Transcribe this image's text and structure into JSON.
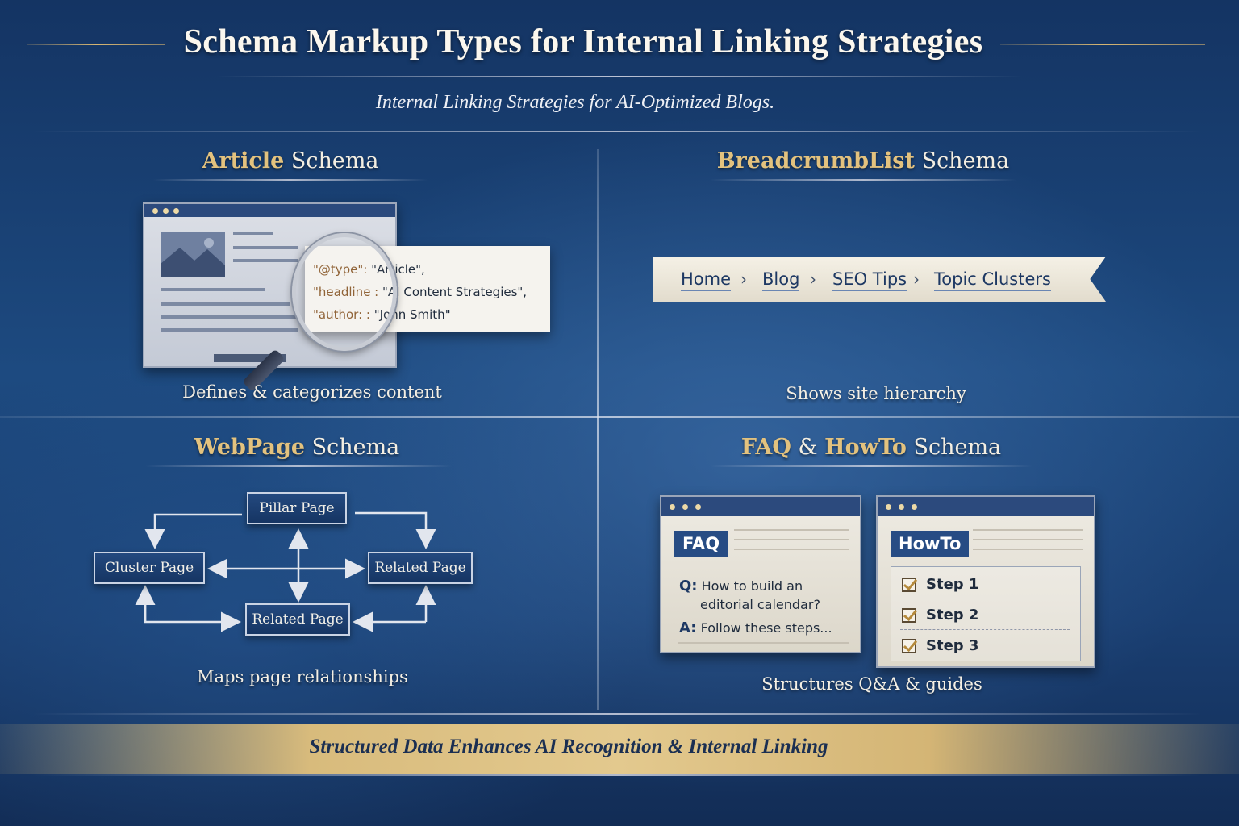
{
  "header": {
    "title": "Schema Markup Types for Internal Linking Strategies",
    "subtitle": "Internal Linking Strategies for AI-Optimized Blogs."
  },
  "article": {
    "title_highlight": "Article",
    "title_rest": " Schema",
    "code_type_key": "\"@type\":",
    "code_type_val": " \"Article\",",
    "code_headline_key": "\"headline :",
    "code_headline_val": " \"AI Content Strategies\",",
    "code_author_key": "\"author: :",
    "code_author_val": " \"John Smith\"",
    "caption": "Defines & categorizes content"
  },
  "breadcrumb": {
    "title_highlight": "BreadcrumbList",
    "title_rest": " Schema",
    "items": [
      "Home",
      "Blog",
      "SEO Tips",
      "Topic Clusters"
    ],
    "separator": "›",
    "caption": "Shows site hierarchy"
  },
  "webpage": {
    "title_highlight": "WebPage",
    "title_rest": " Schema",
    "nodes": {
      "pillar": "Pillar Page",
      "cluster": "Cluster Page",
      "related_right": "Related Page",
      "related_bottom": "Related Page"
    },
    "caption": "Maps page relationships"
  },
  "faq_howto": {
    "title_faq": "FAQ",
    "title_amp": " & ",
    "title_howto": "HowTo",
    "title_rest": " Schema",
    "faq_badge": "FAQ",
    "faq_q_label": "Q:",
    "faq_q_line1": "How to build an",
    "faq_q_line2": "editorial calendar?",
    "faq_a_label": "A:",
    "faq_a_text": "Follow these steps...",
    "howto_badge": "HowTo",
    "steps": [
      "Step 1",
      "Step 2",
      "Step 3"
    ],
    "caption": "Structures Q&A & guides"
  },
  "footer": {
    "text": "Structured Data Enhances AI Recognition & Internal Linking"
  },
  "colors": {
    "accent_gold": "#e3c27e",
    "node_blue": "#1d4275",
    "background": "#1d4a80"
  }
}
